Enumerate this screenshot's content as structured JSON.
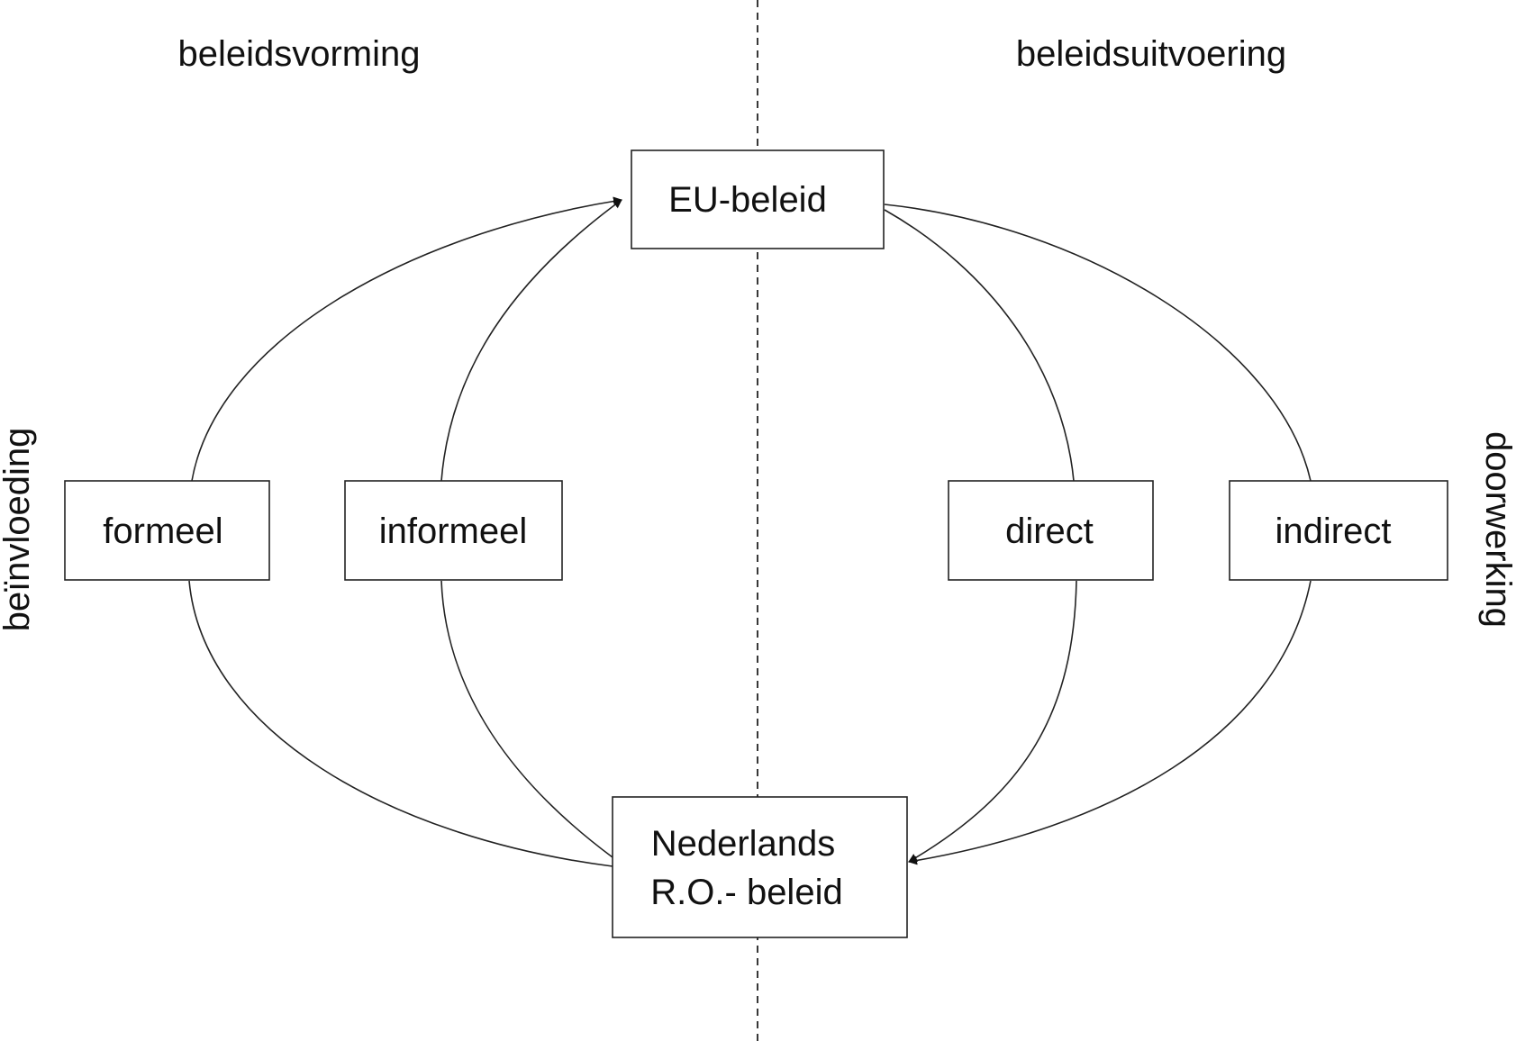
{
  "headers": {
    "left": "beleidsvorming",
    "right": "beleidsuitvoering"
  },
  "side_labels": {
    "left": "beïnvloeding",
    "right": "doorwerking"
  },
  "nodes": {
    "eu": "EU-beleid",
    "formeel": "formeel",
    "informeel": "informeel",
    "direct": "direct",
    "indirect": "indirect",
    "nl_line1": "Nederlands",
    "nl_line2": "R.O.- beleid"
  }
}
